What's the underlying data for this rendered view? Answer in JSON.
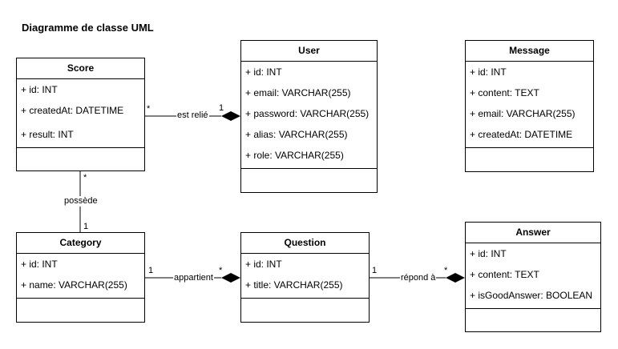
{
  "title": "Diagramme de classe UML",
  "classes": {
    "score": {
      "name": "Score",
      "attributes": [
        "+ id: INT",
        "+ createdAt: DATETIME",
        "+ result: INT"
      ]
    },
    "user": {
      "name": "User",
      "attributes": [
        "+ id: INT",
        "+ email: VARCHAR(255)",
        "+ password: VARCHAR(255)",
        "+ alias: VARCHAR(255)",
        "+ role: VARCHAR(255)"
      ]
    },
    "message": {
      "name": "Message",
      "attributes": [
        "+ id: INT",
        "+ content: TEXT",
        "+ email: VARCHAR(255)",
        "+ createdAt: DATETIME"
      ]
    },
    "category": {
      "name": "Category",
      "attributes": [
        "+ id: INT",
        "+ name: VARCHAR(255)"
      ]
    },
    "question": {
      "name": "Question",
      "attributes": [
        "+ id: INT",
        "+ title: VARCHAR(255)"
      ]
    },
    "answer": {
      "name": "Answer",
      "attributes": [
        "+ id: INT",
        "+ content: TEXT",
        "+ isGoodAnswer: BOOLEAN"
      ]
    }
  },
  "relations": {
    "score_user": {
      "label": "est relié",
      "from_mult": "*",
      "to_mult": "1"
    },
    "category_score": {
      "label": "possède",
      "from_mult": "1",
      "to_mult": "*"
    },
    "category_question": {
      "label": "appartient",
      "from_mult": "1",
      "to_mult": "*"
    },
    "question_answer": {
      "label": "répond à",
      "from_mult": "1",
      "to_mult": "*"
    }
  }
}
